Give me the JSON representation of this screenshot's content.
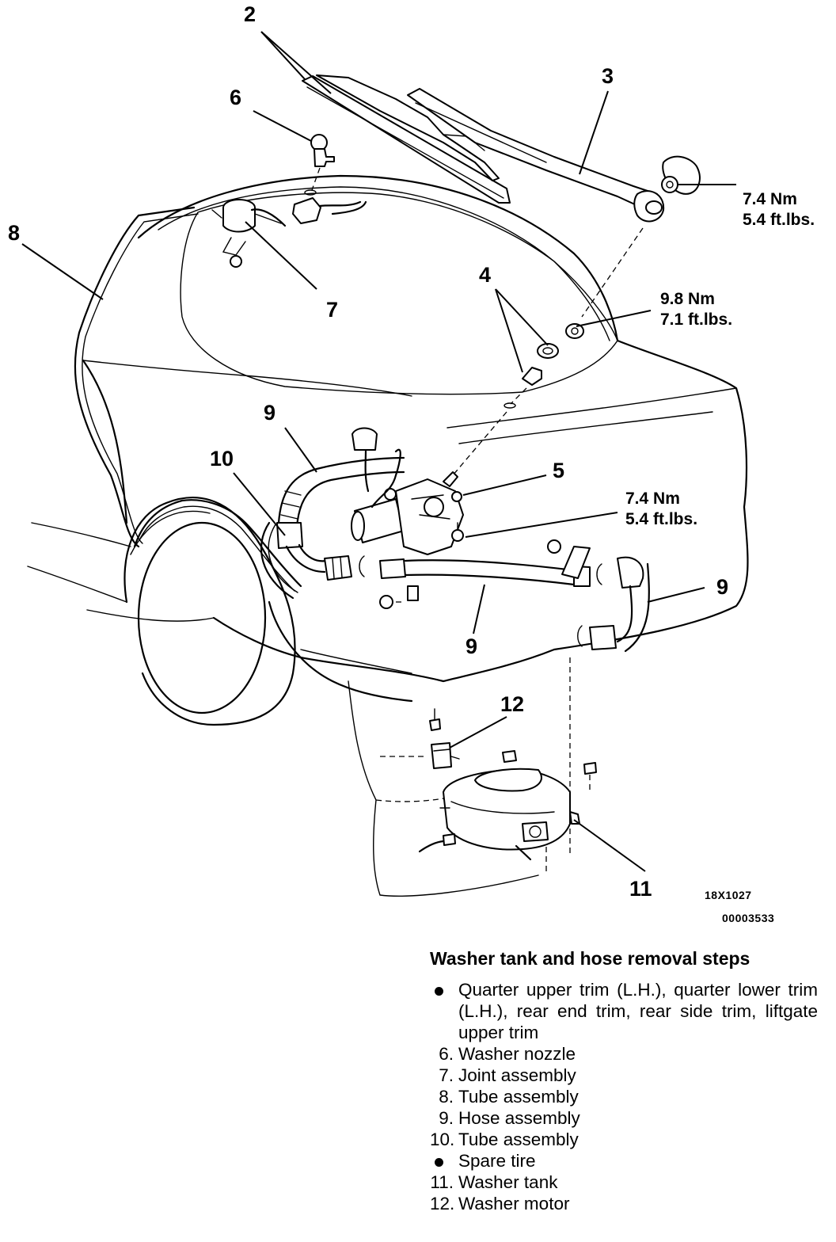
{
  "callouts": {
    "c2": "2",
    "c3": "3",
    "c4": "4",
    "c5": "5",
    "c6": "6",
    "c7": "7",
    "c8": "8",
    "c9a": "9",
    "c9b": "9",
    "c9c": "9",
    "c10": "10",
    "c11": "11",
    "c12": "12"
  },
  "torques": {
    "wiper_arm": {
      "nm": "7.4 Nm",
      "ftlbs": "5.4 ft.lbs."
    },
    "pivot": {
      "nm": "9.8 Nm",
      "ftlbs": "7.1 ft.lbs."
    },
    "motor": {
      "nm": "7.4 Nm",
      "ftlbs": "5.4 ft.lbs."
    }
  },
  "figure_codes": {
    "code1": "18X1027",
    "code2": "00003533"
  },
  "steps": {
    "title": "Washer tank and hose removal steps",
    "items": [
      {
        "marker": "bullet",
        "text": "Quarter upper trim (L.H.), quarter lower trim (L.H.), rear end trim, rear side trim, liftgate upper trim"
      },
      {
        "marker": "6.",
        "text": "Washer nozzle"
      },
      {
        "marker": "7.",
        "text": "Joint assembly"
      },
      {
        "marker": "8.",
        "text": "Tube assembly"
      },
      {
        "marker": "9.",
        "text": "Hose assembly"
      },
      {
        "marker": "10.",
        "text": "Tube assembly"
      },
      {
        "marker": "bullet",
        "text": "Spare tire"
      },
      {
        "marker": "11.",
        "text": "Washer tank"
      },
      {
        "marker": "12.",
        "text": "Washer motor"
      }
    ]
  }
}
